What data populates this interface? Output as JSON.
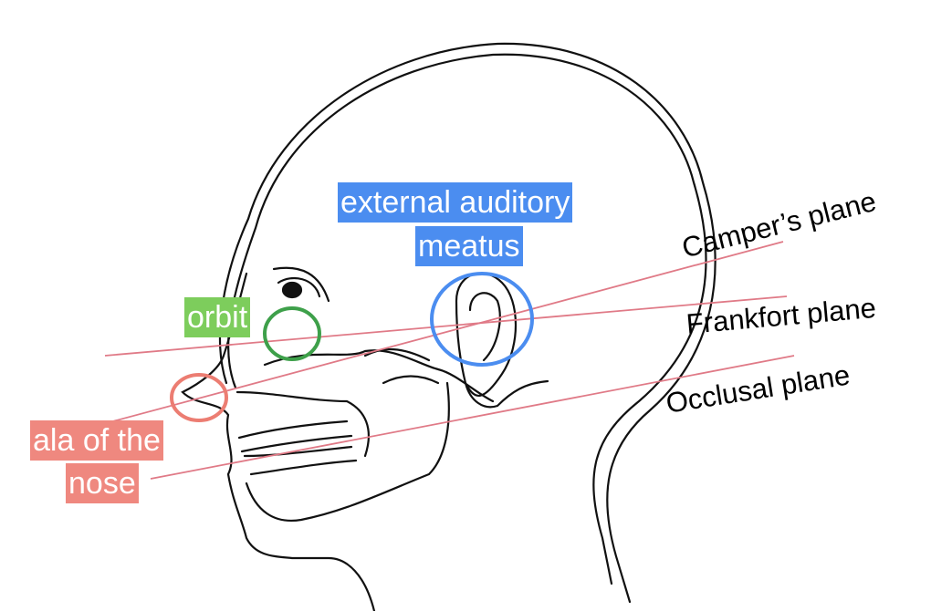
{
  "colors": {
    "ear": "#4b8df0",
    "orbit": "#7dcd5c",
    "ala": "#ef887f",
    "plane_line": "#e07a87",
    "orbit_circle": "#3ea04a",
    "ala_circle": "#ec7d72",
    "ear_circle": "#4b8df0"
  },
  "labels": {
    "ear_line1": "external auditory",
    "ear_line2": "meatus",
    "orbit": "orbit",
    "ala_line1": "ala of the",
    "ala_line2": "nose"
  },
  "planes": {
    "campers": "Camper’s plane",
    "frankfort": "Frankfort plane",
    "occlusal": "Occlusal plane"
  }
}
